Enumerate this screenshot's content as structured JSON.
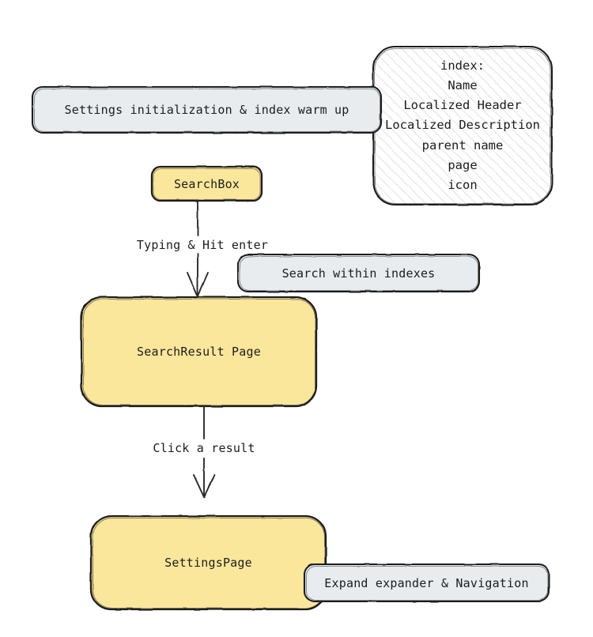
{
  "diagram": {
    "type": "flowchart",
    "style": "hand-drawn-sketch",
    "background": "#ffffff",
    "colors": {
      "node_fill": "#fbe79c",
      "note_fill": "#e8ecef",
      "hatch_fill": "#ffffff",
      "hatch_stroke": "#e3e3e6",
      "stroke": "#1d1d1d",
      "text": "#1c1c1c"
    },
    "nodes": [
      {
        "id": "searchbox",
        "label": "SearchBox",
        "shape": "rounded-rect",
        "fill": "#fbe79c"
      },
      {
        "id": "searchresult",
        "label": "SearchResult Page",
        "shape": "rounded-rect",
        "fill": "#fbe79c"
      },
      {
        "id": "settingspage",
        "label": "SettingsPage",
        "shape": "rounded-rect",
        "fill": "#fbe79c"
      }
    ],
    "notes": [
      {
        "id": "note-init",
        "label": "Settings initialization & index warm up",
        "fill": "#e8ecef"
      },
      {
        "id": "note-search",
        "label": "Search within indexes",
        "fill": "#e8ecef"
      },
      {
        "id": "note-expand",
        "label": "Expand expander & Navigation",
        "fill": "#e8ecef"
      }
    ],
    "index_box": {
      "id": "index-box",
      "pattern": "diagonal-hatch",
      "lines": [
        "index:",
        "Name",
        "Localized Header",
        "Localized Description",
        "parent name",
        "page",
        "icon"
      ]
    },
    "edges": [
      {
        "id": "edge-typing",
        "from": "searchbox",
        "to": "searchresult",
        "label": "Typing & Hit enter",
        "arrow": "open"
      },
      {
        "id": "edge-click",
        "from": "searchresult",
        "to": "settingspage",
        "label": "Click a result",
        "arrow": "open"
      }
    ]
  }
}
